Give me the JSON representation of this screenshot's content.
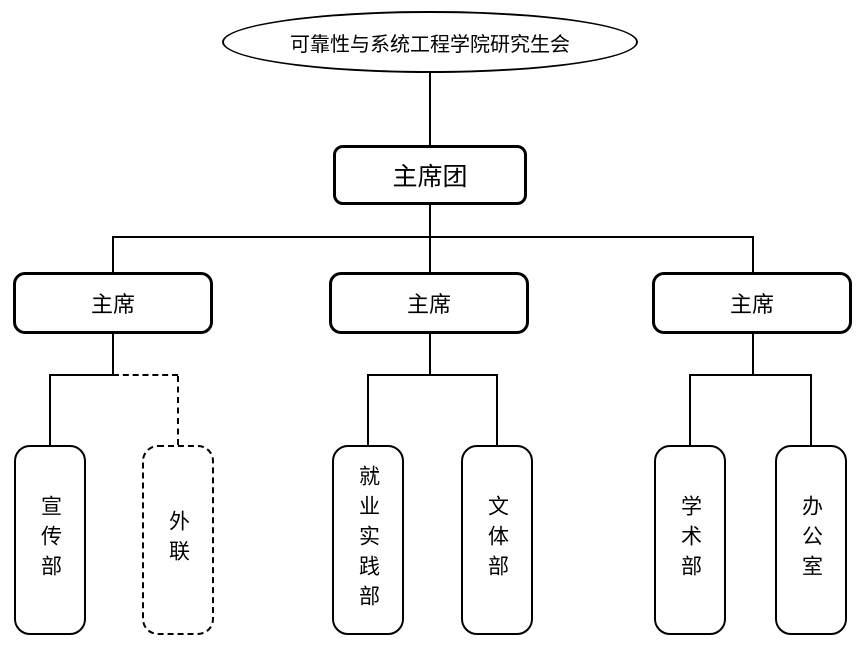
{
  "org_chart": {
    "root": {
      "label": "可靠性与系统工程学院研究生会",
      "shape": "ellipse"
    },
    "presidium": {
      "label": "主席团",
      "shape": "rounded-rect"
    },
    "branches": [
      {
        "chair": {
          "label": "主席"
        },
        "departments": [
          {
            "label": "宣传部",
            "border": "solid"
          },
          {
            "label": "外联",
            "border": "dashed"
          }
        ]
      },
      {
        "chair": {
          "label": "主席"
        },
        "departments": [
          {
            "label": "就业实践部",
            "border": "solid"
          },
          {
            "label": "文体部",
            "border": "solid"
          }
        ]
      },
      {
        "chair": {
          "label": "主席"
        },
        "departments": [
          {
            "label": "学术部",
            "border": "solid"
          },
          {
            "label": "办公室",
            "border": "solid"
          }
        ]
      }
    ],
    "colors": {
      "line": "#000000",
      "border": "#000000",
      "background": "#ffffff"
    }
  }
}
